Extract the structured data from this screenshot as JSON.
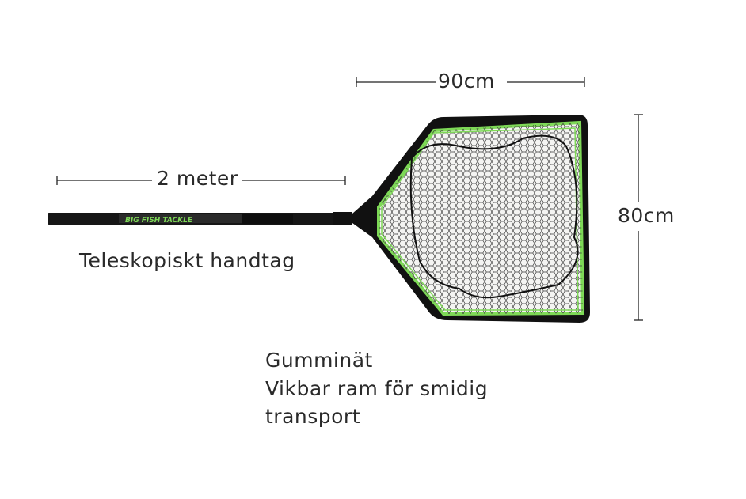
{
  "dimensions": {
    "width_label": "90cm",
    "length_label": "2 meter",
    "height_label": "80cm"
  },
  "product": {
    "brand_text": "BIG FISH TACKLE",
    "frame_color": "#1a1a1a",
    "accent_color": "#7ed957"
  },
  "features": {
    "handle": "Teleskopiskt handtag",
    "line1": "Gumminät",
    "line2": "Vikbar ram för smidig",
    "line3": "transport"
  }
}
